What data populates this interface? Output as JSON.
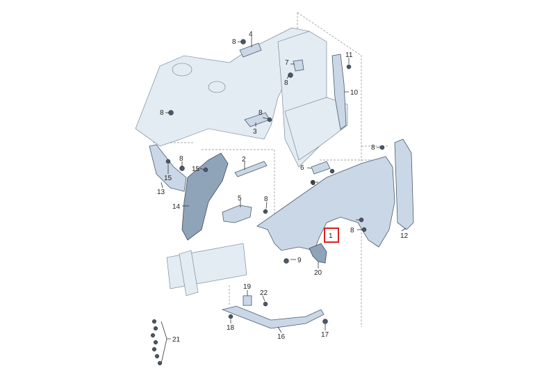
{
  "labels": {
    "p1": "1",
    "p2": "2",
    "p3": "3",
    "p4": "4",
    "p5": "5",
    "p6": "6",
    "p7": "7",
    "p8a": "8",
    "p8b": "8",
    "p8c": "8",
    "p8d": "8",
    "p8e": "8",
    "p8f": "8",
    "p8g": "8",
    "p9": "9",
    "p10": "10",
    "p11": "11",
    "p12": "12",
    "p13": "13",
    "p14": "14",
    "p15": "15",
    "p16": "16",
    "p17": "17",
    "p18": "18",
    "p19": "19",
    "p20": "20",
    "p21": "21",
    "p22": "22"
  },
  "highlight": {
    "part": "1",
    "color": "#d92020"
  }
}
